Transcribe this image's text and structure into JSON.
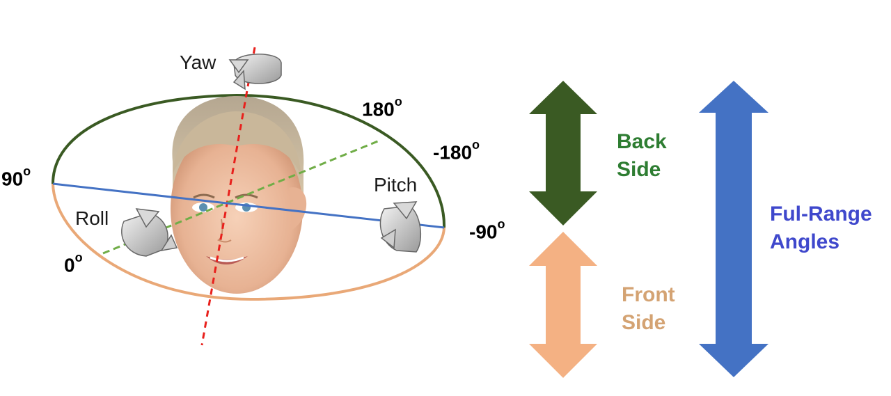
{
  "rotations": {
    "yaw": "Yaw",
    "pitch": "Pitch",
    "roll": "Roll"
  },
  "angles": {
    "a180": "180",
    "neg180": "-180",
    "a90": "90",
    "neg90": "-90",
    "a0": "0",
    "degree_symbol": "o"
  },
  "legend": {
    "back_line1": "Back",
    "back_line2": "Side",
    "front_line1": "Front",
    "front_line2": "Side",
    "full_line1": "Ful-Range",
    "full_line2": "Angles"
  },
  "colors": {
    "back": "#3a5a23",
    "back_text": "#2e7d32",
    "front": "#f4b183",
    "front_text": "#d4a373",
    "full": "#4472c4",
    "full_text": "#3f48cc",
    "yaw_axis": "#e8201c",
    "pitch_axis": "#4472c4",
    "roll_axis": "#70ad47"
  }
}
